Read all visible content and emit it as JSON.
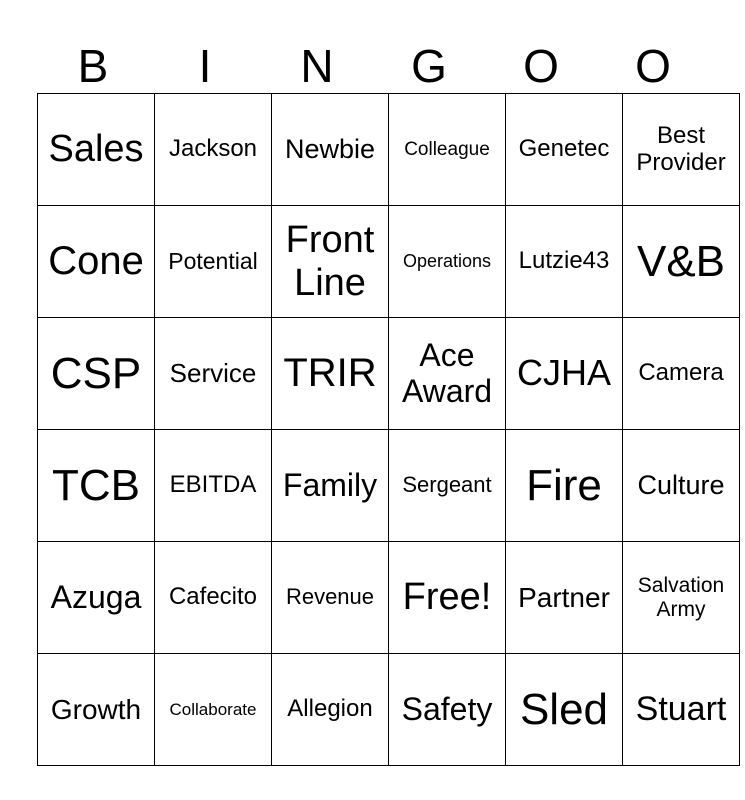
{
  "header": [
    "B",
    "I",
    "N",
    "G",
    "O",
    "O"
  ],
  "rows": [
    [
      "Sales",
      "Jackson",
      "Newbie",
      "Colleague",
      "Genetec",
      "Best Provider"
    ],
    [
      "Cone",
      "Potential",
      "Front Line",
      "Operations",
      "Lutzie43",
      "V&B"
    ],
    [
      "CSP",
      "Service",
      "TRIR",
      "Ace Award",
      "CJHA",
      "Camera"
    ],
    [
      "TCB",
      "EBITDA",
      "Family",
      "Sergeant",
      "Fire",
      "Culture"
    ],
    [
      "Azuga",
      "Cafecito",
      "Revenue",
      "Free!",
      "Partner",
      "Salvation Army"
    ],
    [
      "Growth",
      "Collaborate",
      "Allegion",
      "Safety",
      "Sled",
      "Stuart"
    ]
  ]
}
